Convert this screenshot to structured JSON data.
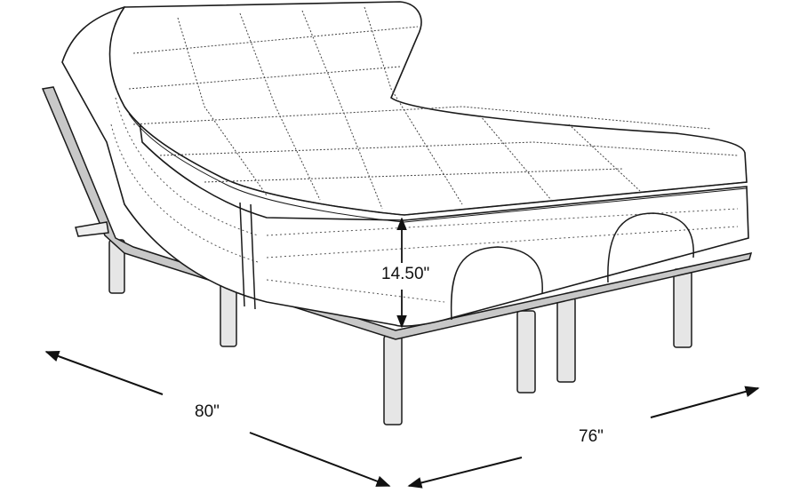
{
  "diagram": {
    "subject": "Adjustable bed base with pillow-top mattress",
    "view": "isometric line drawing, head section raised",
    "colors": {
      "line": "#1a1a1a",
      "frame_fill": "#c8c8c8",
      "leg_fill": "#e6e6e6",
      "background": "#ffffff"
    }
  },
  "dimensions": {
    "height": {
      "label": "14.50\"",
      "value": 14.5,
      "unit": "in",
      "meaning": "mattress height"
    },
    "length": {
      "label": "80\"",
      "value": 80,
      "unit": "in",
      "meaning": "bed length"
    },
    "width": {
      "label": "76\"",
      "value": 76,
      "unit": "in",
      "meaning": "bed width"
    }
  }
}
